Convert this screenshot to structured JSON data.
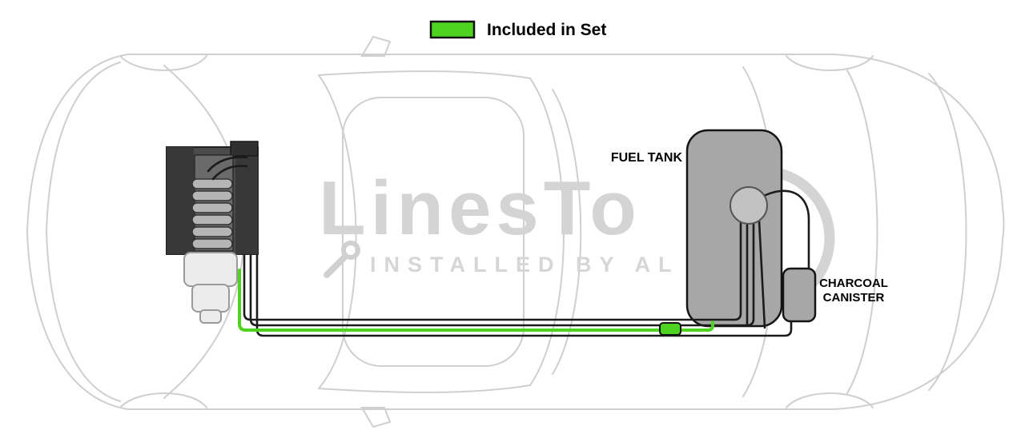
{
  "legend": {
    "label": "Included in Set"
  },
  "labels": {
    "fuel_tank": "FUEL TANK",
    "charcoal_line1": "CHARCOAL",
    "charcoal_line2": "CANISTER"
  },
  "watermark": {
    "logo": "LinesTo",
    "tagline": "INSTALLED BY AL"
  },
  "colors": {
    "included": "#4fd321",
    "standard_line": "#1b1b1b",
    "outline": "#cfcfcf",
    "tank_fill": "#a7a7a7",
    "engine_dark": "#4a4a4a"
  }
}
